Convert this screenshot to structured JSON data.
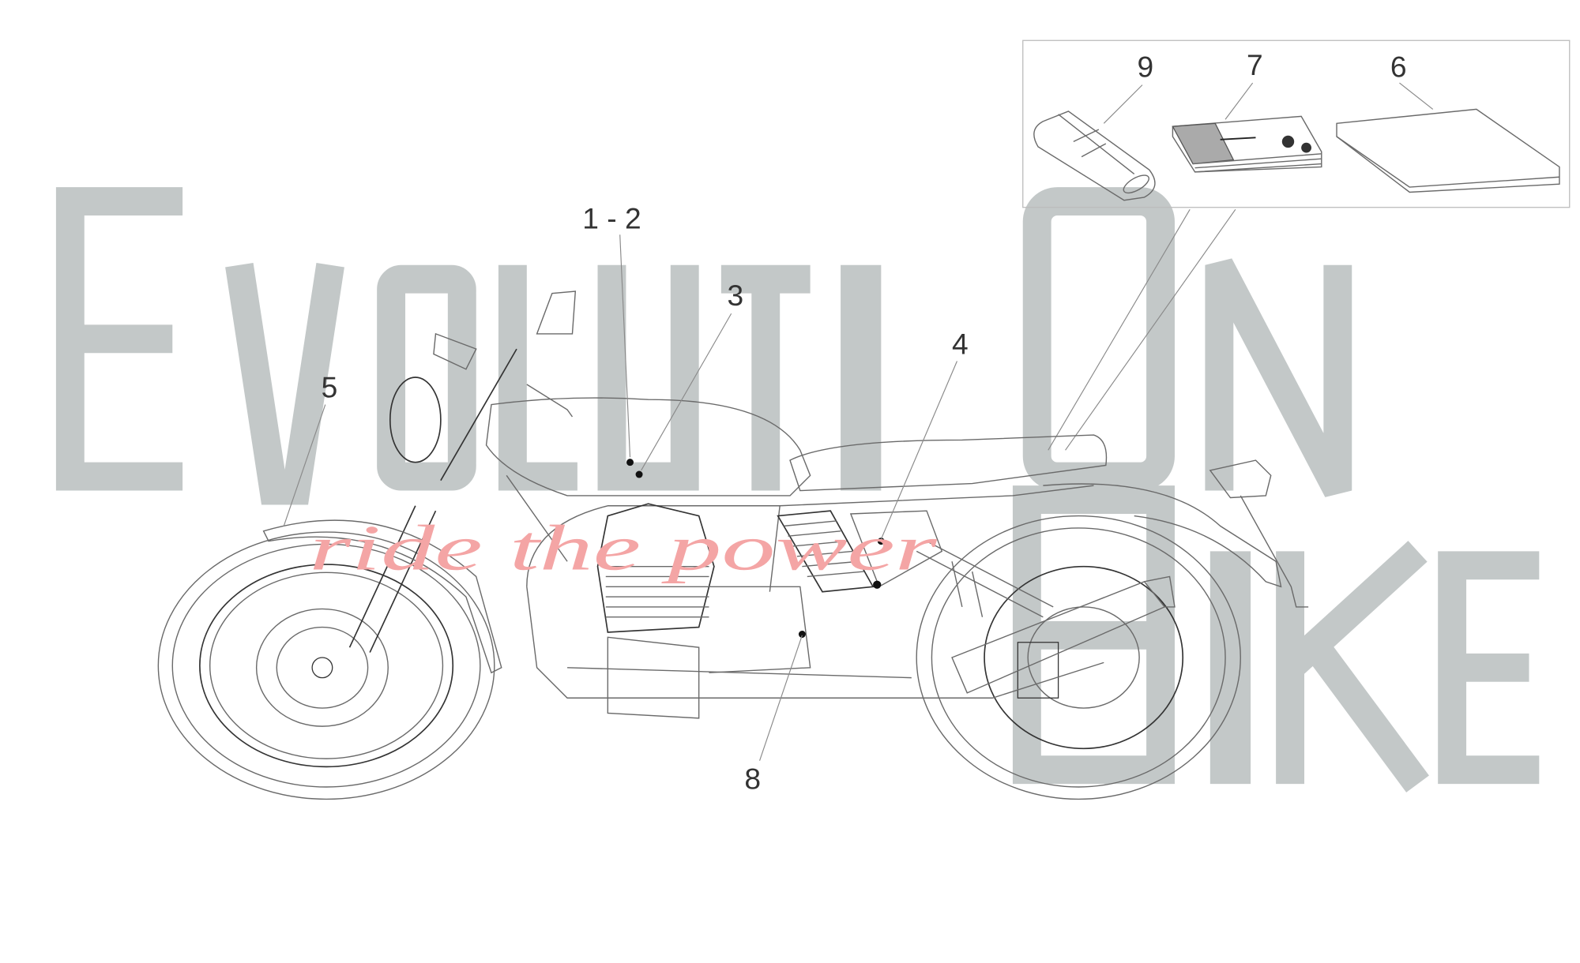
{
  "diagram": {
    "callouts": [
      "1 - 2",
      "3",
      "4",
      "5",
      "6",
      "7",
      "8",
      "9"
    ],
    "accessory_box_callouts": [
      "9",
      "7",
      "6"
    ]
  },
  "watermark": {
    "letters": [
      "E",
      "V",
      "O",
      "L",
      "U",
      "T",
      "I",
      "O",
      "N",
      "B",
      "I",
      "K",
      "E"
    ],
    "slogan": "ride the power",
    "colors": {
      "letters": "#c3c8c8",
      "slogan": "#f4a5a5"
    }
  }
}
